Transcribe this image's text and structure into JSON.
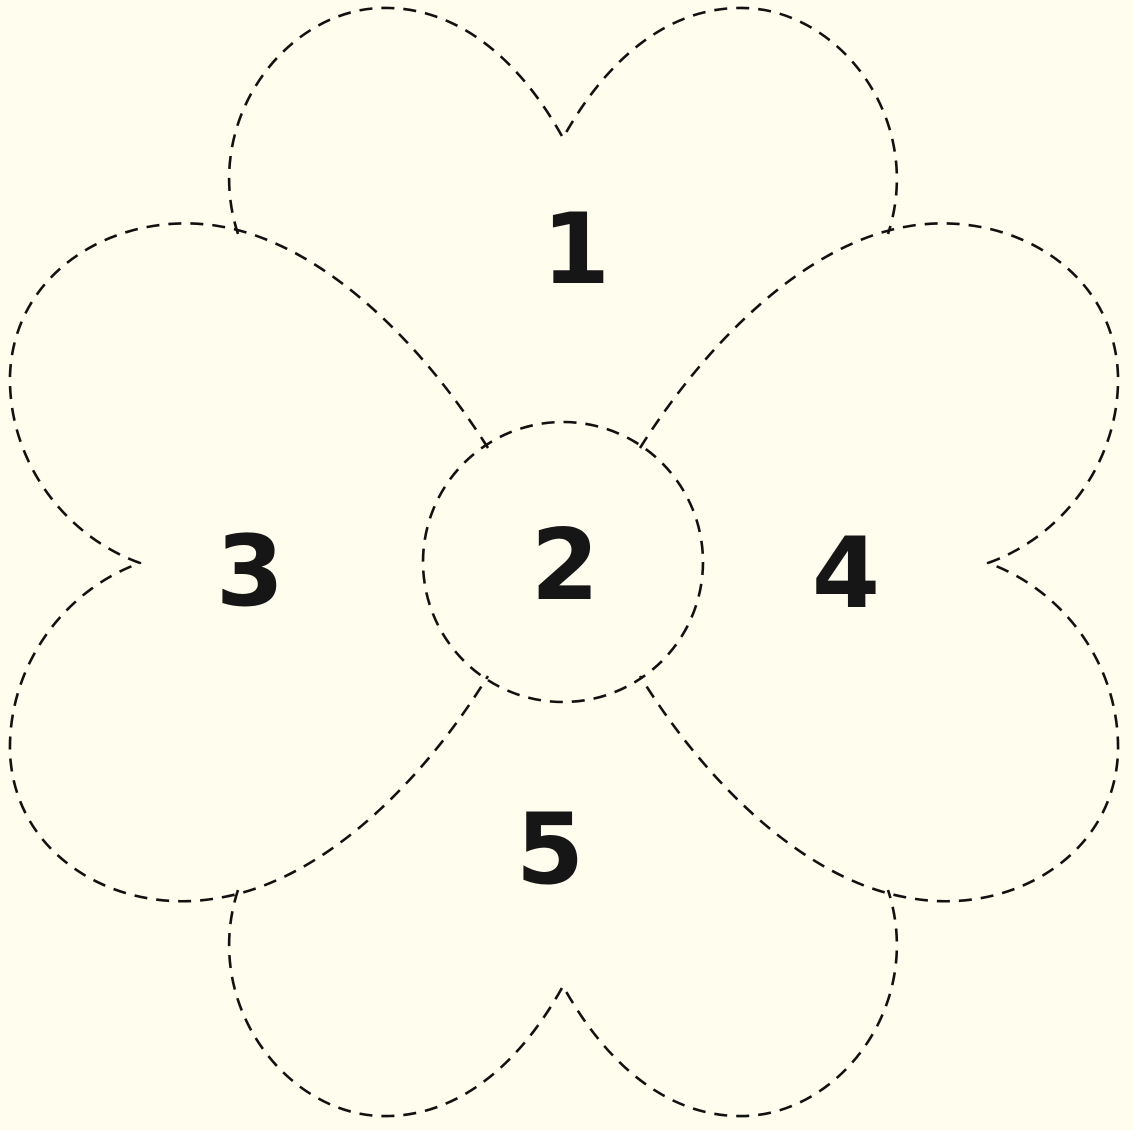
{
  "diagram": {
    "type": "flower-outline",
    "colors": {
      "background": "#fffdee",
      "outline": "#111111",
      "labels": "#161616"
    },
    "line_style": "dashed",
    "regions": [
      {
        "id": "petal-top",
        "label": "1"
      },
      {
        "id": "center",
        "label": "2"
      },
      {
        "id": "petal-left",
        "label": "3"
      },
      {
        "id": "petal-right",
        "label": "4"
      },
      {
        "id": "petal-bottom",
        "label": "5"
      }
    ]
  }
}
